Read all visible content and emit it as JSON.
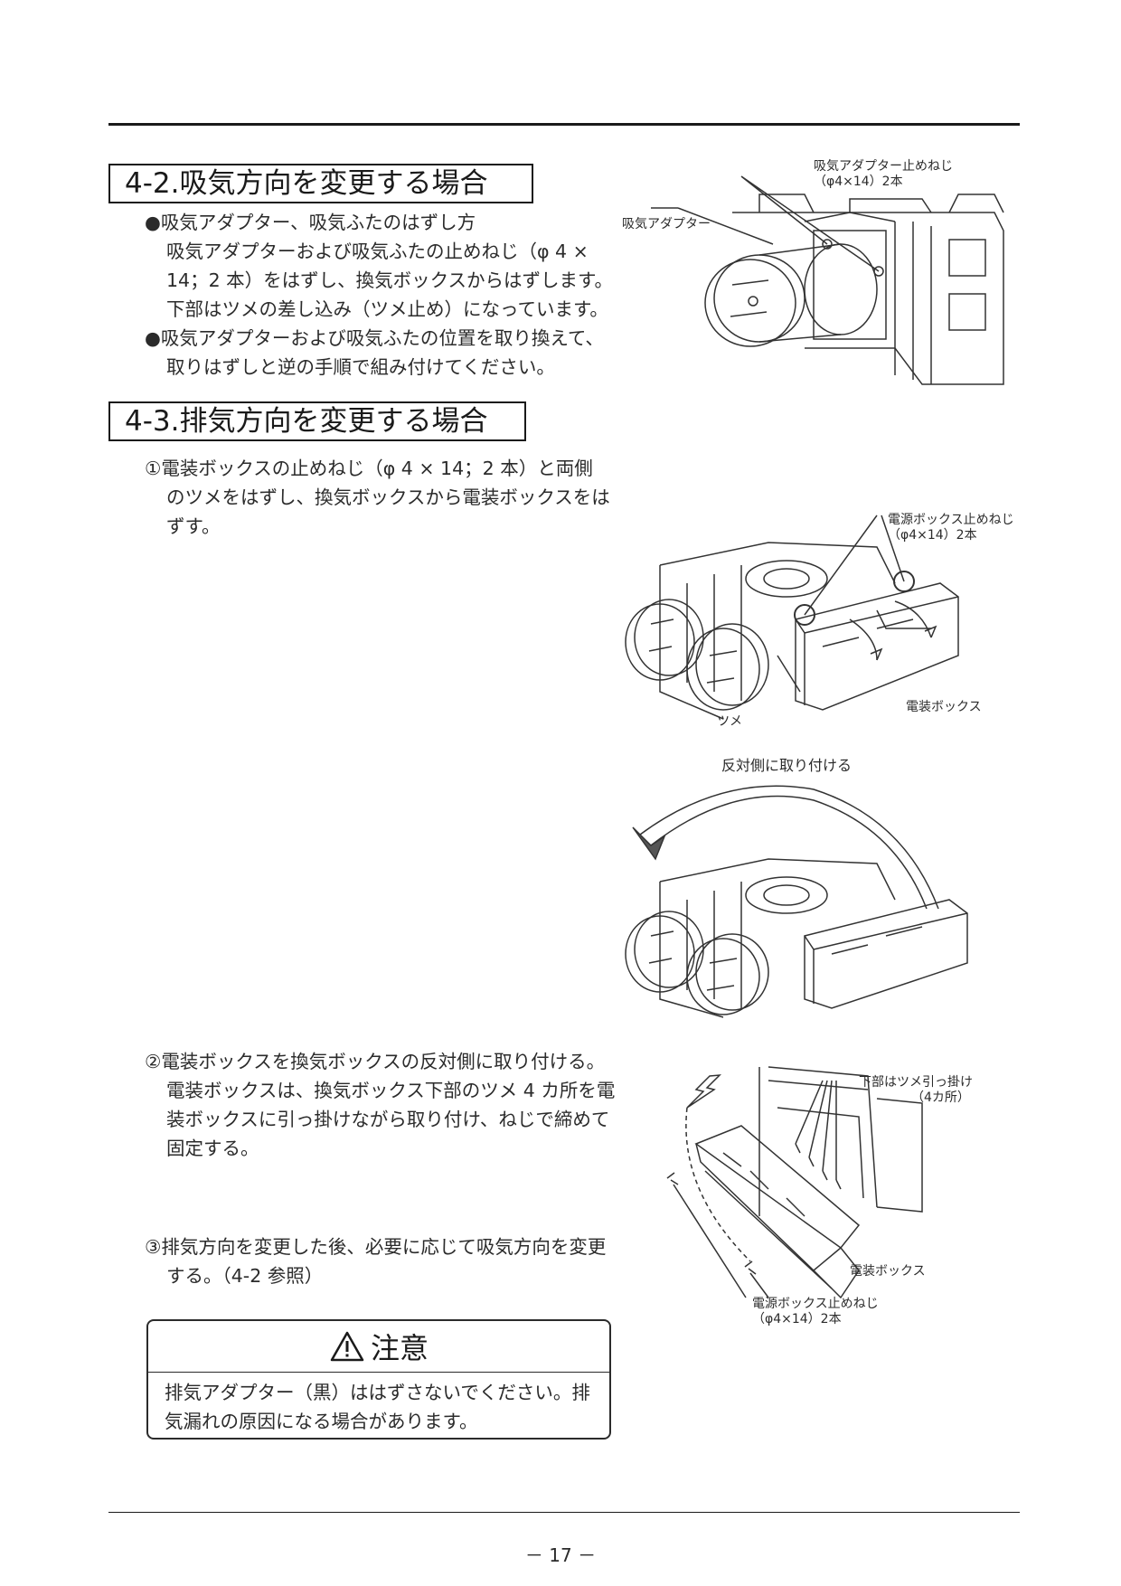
{
  "sections": {
    "s42": {
      "title": "4-2.吸気方向を変更する場合",
      "lines": [
        "●吸気アダプター、吸気ふたのはずし方",
        "吸気アダプターおよび吸気ふたの止めねじ（φ 4 ×",
        "14；2 本）をはずし、換気ボックスからはずします。",
        "下部はツメの差し込み（ツメ止め）になっています。",
        "●吸気アダプターおよび吸気ふたの位置を取り換えて、",
        "取りはずしと逆の手順で組み付けてください。"
      ]
    },
    "s43": {
      "title": "4-3.排気方向を変更する場合",
      "step1": [
        "①電装ボックスの止めねじ（φ 4 × 14；2 本）と両側",
        "のツメをはずし、換気ボックスから電装ボックスをは",
        "ずす。"
      ],
      "step2": [
        "②電装ボックスを換気ボックスの反対側に取り付ける。",
        "電装ボックスは、換気ボックス下部のツメ 4 カ所を電",
        "装ボックスに引っ掛けながら取り付け、ねじで締めて",
        "固定する。"
      ],
      "step3": [
        "③排気方向を変更した後、必要に応じて吸気方向を変更",
        "する。（4-2 参照）"
      ]
    }
  },
  "figures": {
    "fig1": {
      "screw_label": "吸気アダプター止めねじ",
      "screw_spec": "（φ4×14）2本",
      "adapter_label": "吸気アダプター"
    },
    "fig2": {
      "screw_label": "電源ボックス止めねじ",
      "screw_spec": "（φ4×14）2本",
      "box_label": "電装ボックス",
      "tab_label": "ツメ"
    },
    "fig3": {
      "label": "反対側に取り付ける"
    },
    "fig4": {
      "hook_label": "下部はツメ引っ掛け",
      "hook_count": "（4カ所）",
      "box_label": "電装ボックス",
      "screw_label": "電源ボックス止めねじ",
      "screw_spec": "（φ4×14）2本"
    }
  },
  "caution": {
    "title": "注意",
    "lines": [
      "排気アダプター（黒）ははずさないでください。排",
      "気漏れの原因になる場合があります。"
    ]
  },
  "page_number": "－ 17 －"
}
